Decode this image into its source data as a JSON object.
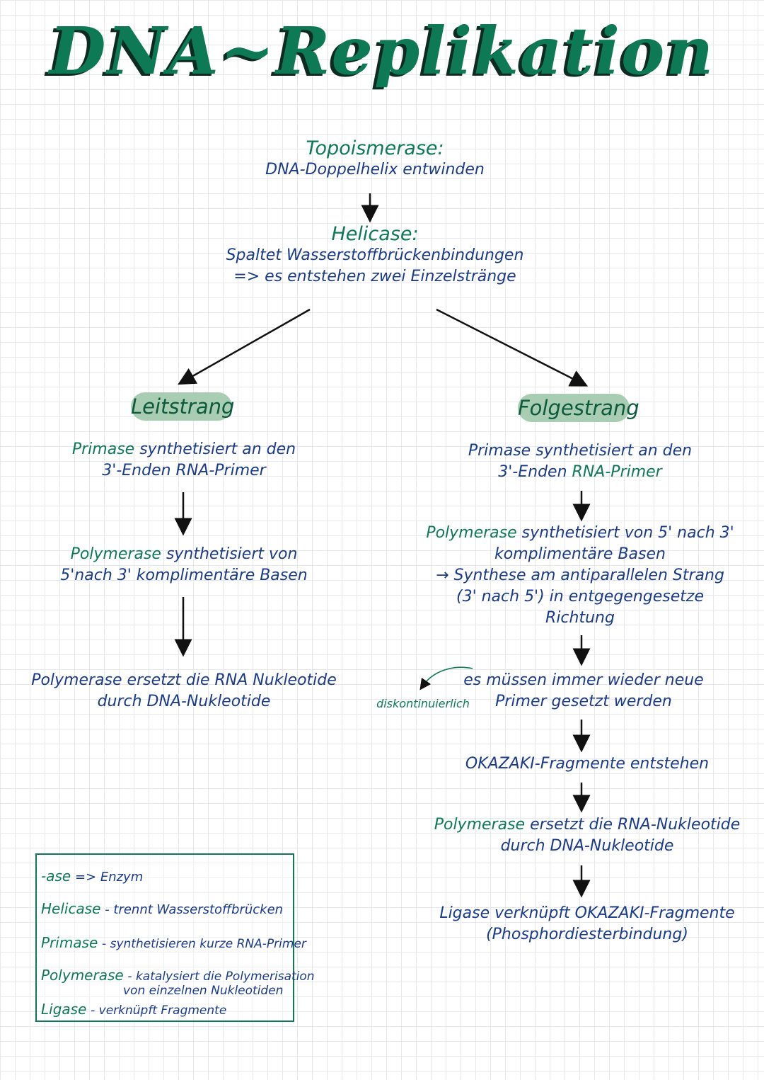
{
  "title": "DNA~Replikation",
  "top": {
    "topoisomerase_heading": "Topoismerase:",
    "topoisomerase_text": "DNA-Doppelhelix entwinden",
    "helicase_heading": "Helicase:",
    "helicase_line1": "Spaltet Wasserstoffbrückenbindungen",
    "helicase_line2": "=> es entstehen zwei Einzelstränge"
  },
  "leading": {
    "label": "Leitstrang",
    "step1_prefix": "Primase",
    "step1_rest": "synthetisiert an den",
    "step1_line2": "3'-Enden RNA-Primer",
    "step2_prefix": "Polymerase",
    "step2_rest": "synthetisiert von",
    "step2_line2": "5'nach 3' komplimentäre Basen",
    "step3_line1": "Polymerase ersetzt die RNA Nukleotide",
    "step3_line2": "durch DNA-Nukleotide"
  },
  "lagging": {
    "label": "Folgestrang",
    "step1_line1": "Primase synthetisiert an den",
    "step1_line2_a": "3'-Enden",
    "step1_line2_b": "RNA-Primer",
    "step2_prefix": "Polymerase",
    "step2_rest": "synthetisiert von 5' nach 3'",
    "step2_line2": "komplimentäre Basen",
    "step2_line3": "→ Synthese am antiparallelen Strang",
    "step2_line4": "(3' nach 5') in entgegengesetze",
    "step2_line5": "Richtung",
    "side_note": "diskontinuierlich",
    "step3_line1": "es müssen immer wieder neue",
    "step3_line2": "Primer gesetzt werden",
    "step4": "OKAZAKI-Fragmente entstehen",
    "step5_prefix": "Polymerase",
    "step5_rest": "ersetzt die RNA-Nukleotide",
    "step5_line2": "durch DNA-Nukleotide",
    "step6_line1": "Ligase verknüpft OKAZAKI-Fragmente",
    "step6_line2": "(Phosphordiesterbindung)"
  },
  "legend": {
    "row1_term": "-ase",
    "row1_text": "=> Enzym",
    "row2_term": "Helicase",
    "row2_text": "- trennt Wasserstoffbrücken",
    "row3_term": "Primase",
    "row3_text": "- synthetisieren kurze RNA-Primer",
    "row4_term": "Polymerase",
    "row4_text": "- katalysiert die Polymerisation",
    "row4_text2": "von einzelnen Nukleotiden",
    "row5_term": "Ligase",
    "row5_text": "- verknüpft Fragmente"
  },
  "colors": {
    "accent_green": "#0d7a55",
    "text_blue": "#1a3a8a",
    "pill_green": "#a8cdb2"
  }
}
